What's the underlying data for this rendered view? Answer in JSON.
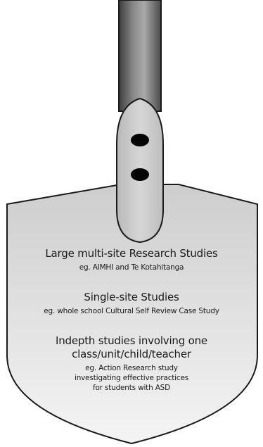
{
  "diagram": {
    "tiers": [
      {
        "title": "Large multi-site Research Studies",
        "example": "eg. AIMHI and Te Kotahitanga"
      },
      {
        "title": "Single-site Studies",
        "example": "eg. whole school Cultural Self Review Case Study"
      },
      {
        "title_lines": [
          "Indepth studies involving one",
          "class/unit/child/teacher"
        ],
        "example_lines": [
          "eg. Action Research study",
          "investigating effective practices",
          "for students with ASD"
        ]
      }
    ]
  }
}
